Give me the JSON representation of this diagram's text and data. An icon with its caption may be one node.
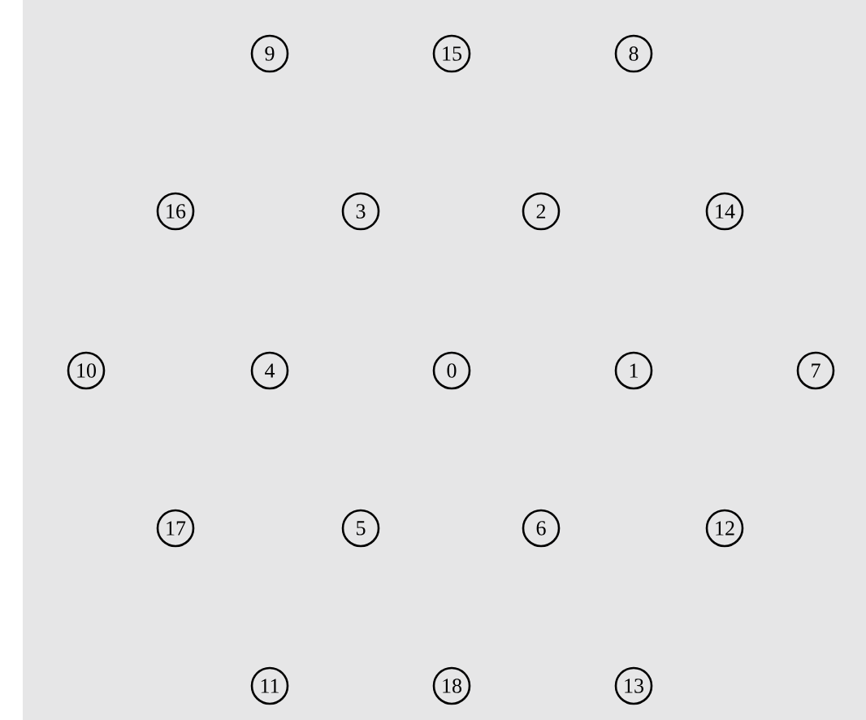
{
  "diagram": {
    "nodes": [
      {
        "text": [
          "9"
        ]
      },
      {
        "text": [
          "15"
        ]
      },
      {
        "text": [
          "8"
        ]
      },
      {
        "text": [
          "16"
        ]
      },
      {
        "text": [
          "3"
        ]
      },
      {
        "text": [
          "2"
        ]
      },
      {
        "text": [
          "14"
        ]
      },
      {
        "text": [
          "10"
        ]
      },
      {
        "text": [
          "4"
        ]
      },
      {
        "text": [
          "0"
        ]
      },
      {
        "text": [
          "1"
        ]
      },
      {
        "text": [
          "7"
        ]
      },
      {
        "text": [
          "17"
        ]
      },
      {
        "text": [
          "5"
        ]
      },
      {
        "text": [
          "6"
        ]
      },
      {
        "text": [
          "12"
        ]
      },
      {
        "text": [
          "11"
        ]
      },
      {
        "text": [
          "18"
        ]
      },
      {
        "text": [
          "13"
        ]
      }
    ]
  }
}
